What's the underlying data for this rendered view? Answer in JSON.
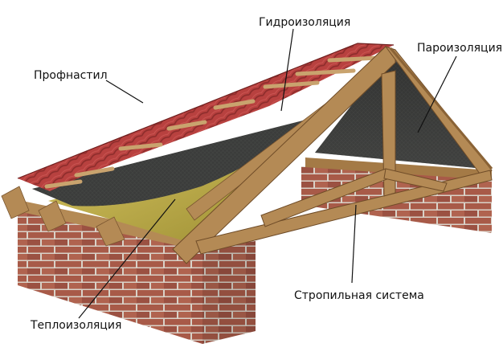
{
  "labels": {
    "profnastil": "Профнастил",
    "gidroizolyatsiya": "Гидроизоляция",
    "paroizolyatsiya": "Пароизоляция",
    "teploizolyatsiya": "Теплоизоляция",
    "stropilnaya": "Стропильная система"
  },
  "colors": {
    "roof": "#b8413f",
    "membrane": "#3c3d3c",
    "insulation": "#c8b54a",
    "wood": "#b48a55",
    "brick": "#a85a48",
    "mortar": "#d9d2c8"
  }
}
